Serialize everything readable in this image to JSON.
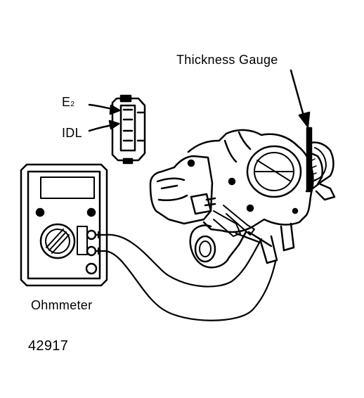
{
  "labels": {
    "thickness_gauge": "Thickness Gauge",
    "e2_main": "E",
    "e2_sub": "2",
    "idl": "IDL",
    "ohmmeter": "Ohmmeter",
    "figure_number": "42917"
  },
  "colors": {
    "ink": "#000000",
    "paper": "#ffffff"
  }
}
